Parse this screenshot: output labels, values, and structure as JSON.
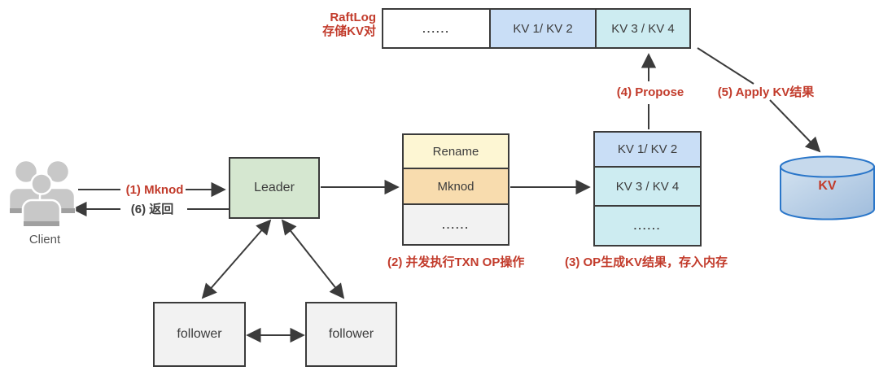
{
  "raftlog": {
    "label_line1": "RaftLog",
    "label_line2": "存储KV对",
    "segments": [
      {
        "text": "......"
      },
      {
        "text": "KV 1/ KV 2"
      },
      {
        "text": "KV 3 / KV 4"
      }
    ]
  },
  "client": {
    "label": "Client"
  },
  "nodes": {
    "leader": "Leader",
    "follower_left": "follower",
    "follower_right": "follower"
  },
  "op_stack": {
    "rows": [
      {
        "text": "Rename"
      },
      {
        "text": "Mknod"
      },
      {
        "text": "......"
      }
    ]
  },
  "kv_stack": {
    "rows": [
      {
        "text": "KV 1/ KV 2"
      },
      {
        "text": "KV 3 / KV 4"
      },
      {
        "text": "......"
      }
    ]
  },
  "kv_store": {
    "label": "KV"
  },
  "steps": {
    "step1": "(1) Mknod",
    "step2": "(2) 并发执行TXN OP操作",
    "step3": "(3) OP生成KV结果，存入内存",
    "step4": "(4) Propose",
    "step5": "(5) Apply KV结果",
    "step6": "(6) 返回"
  },
  "colors": {
    "annotation_red": "#c23b2b",
    "line_dark": "#3b3b3b",
    "leader_green": "#d5e7d0",
    "follower_gray": "#f2f2f2",
    "rename_yellow": "#fdf6d3",
    "mknod_orange": "#f8dcae",
    "kv_blue": "#c9def6",
    "kv_cyan": "#cdecf1",
    "raftlog_white": "#ffffff",
    "cylinder_border_blue": "#2a76c9",
    "cylinder_fill_light": "#d3e2f0",
    "cylinder_fill_dark": "#9fbcdc",
    "client_icon_gray": "#c8c8c8"
  }
}
